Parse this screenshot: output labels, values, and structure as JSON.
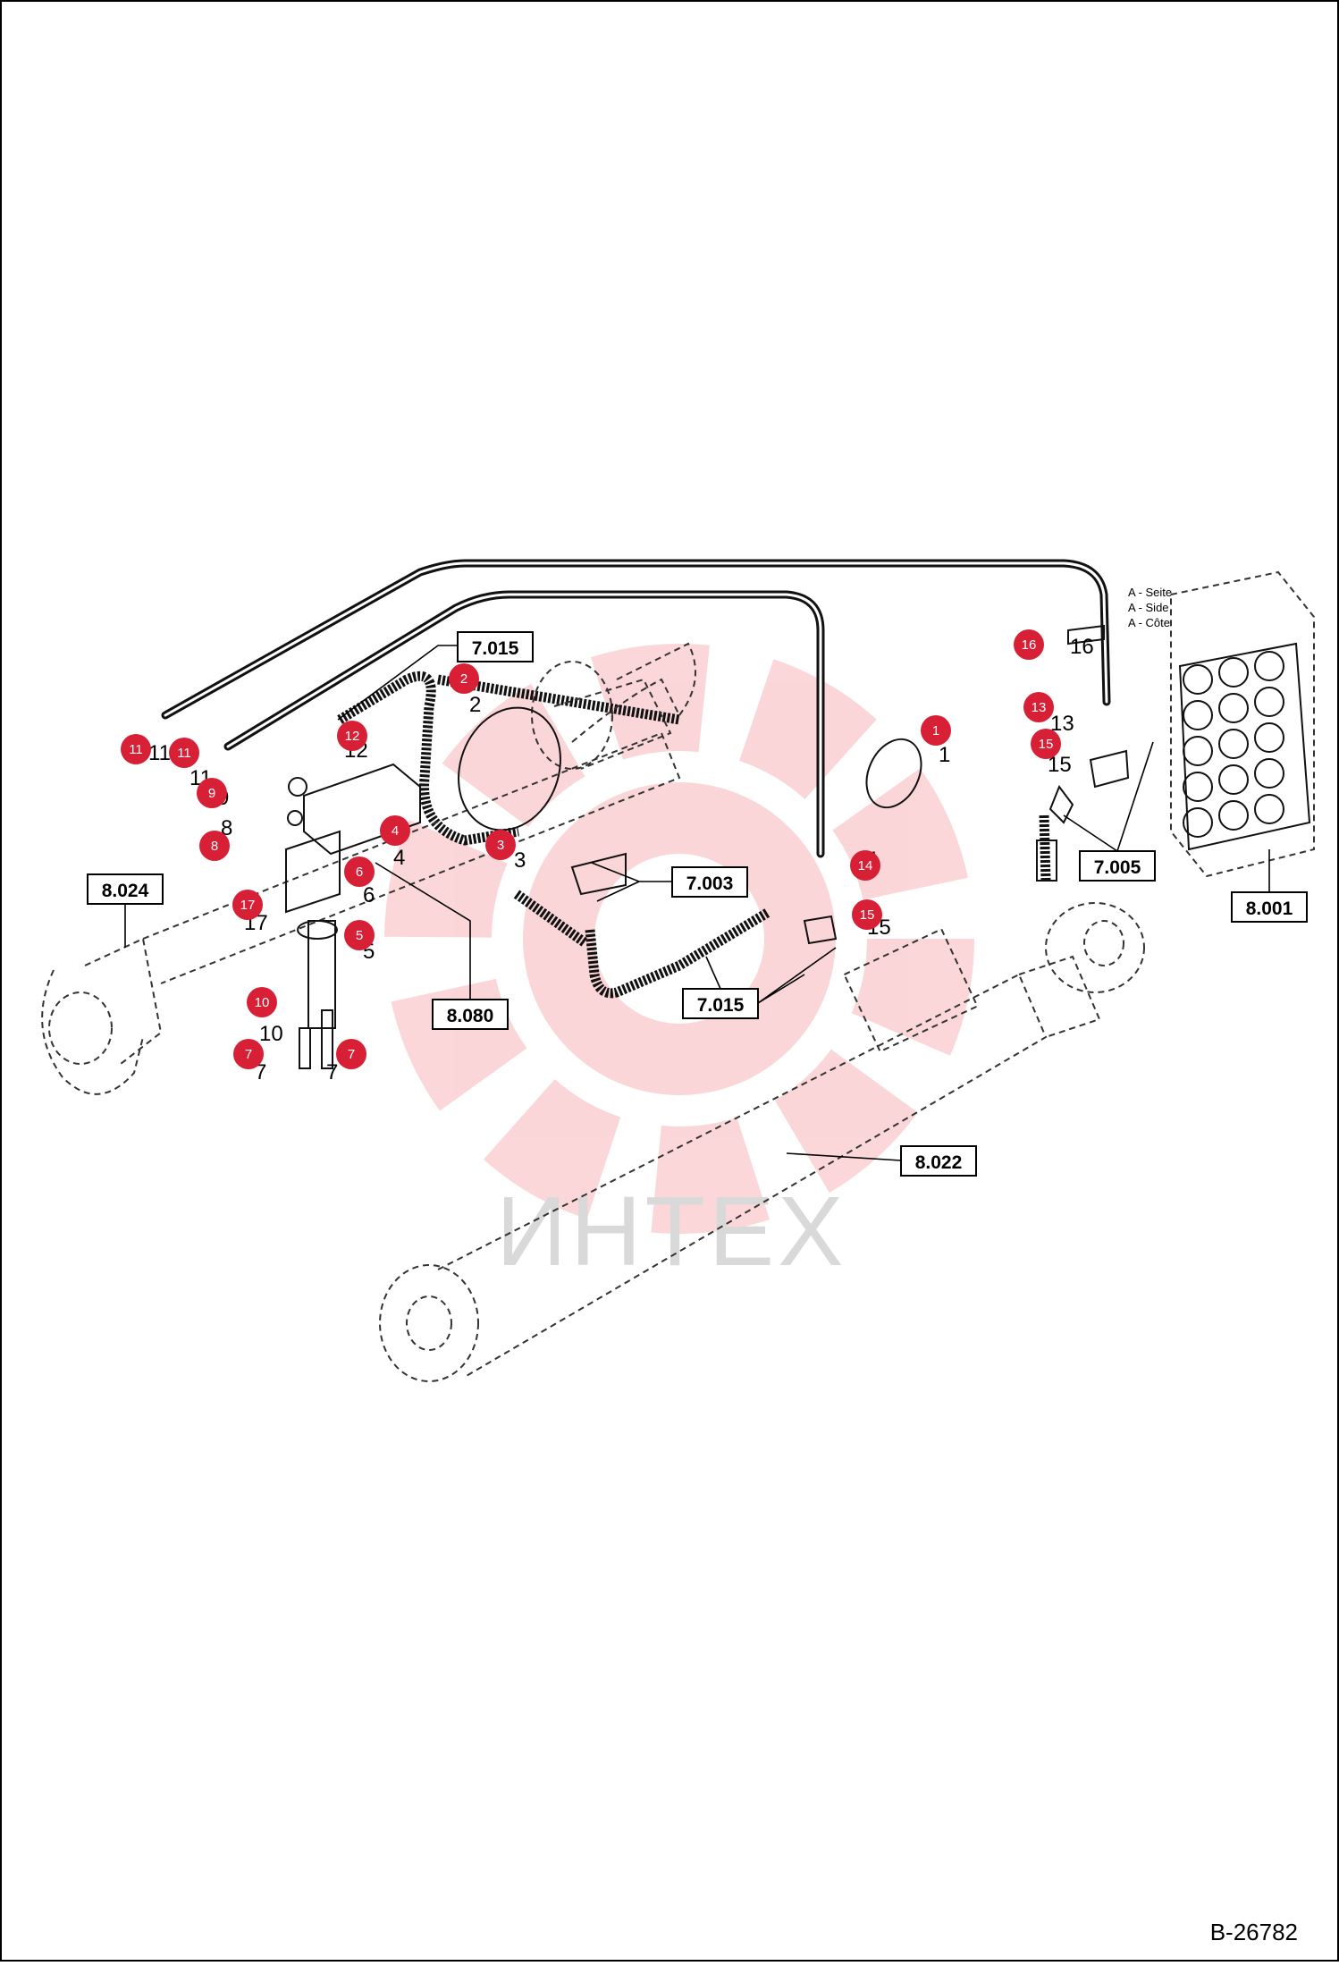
{
  "diagram_id": "B-26782",
  "watermark": {
    "text": "ИНТЕХ",
    "color": "#e8242f"
  },
  "side_legend": [
    "A - Seite",
    "A - Side",
    "A - Côte"
  ],
  "reference_boxes": [
    {
      "id": "ref-7015-top",
      "label": "7.015"
    },
    {
      "id": "ref-7003",
      "label": "7.003"
    },
    {
      "id": "ref-7015-mid",
      "label": "7.015"
    },
    {
      "id": "ref-7005",
      "label": "7.005"
    },
    {
      "id": "ref-8001",
      "label": "8.001"
    },
    {
      "id": "ref-8024",
      "label": "8.024"
    },
    {
      "id": "ref-8080",
      "label": "8.080"
    },
    {
      "id": "ref-8022",
      "label": "8.022"
    }
  ],
  "callouts": [
    {
      "label": "1"
    },
    {
      "label": "2"
    },
    {
      "label": "3"
    },
    {
      "label": "4"
    },
    {
      "label": "5"
    },
    {
      "label": "6"
    },
    {
      "label": "7"
    },
    {
      "label": "7"
    },
    {
      "label": "8"
    },
    {
      "label": "9"
    },
    {
      "label": "10"
    },
    {
      "label": "11"
    },
    {
      "label": "11"
    },
    {
      "label": "12"
    },
    {
      "label": "13"
    },
    {
      "label": "14"
    },
    {
      "label": "15"
    },
    {
      "label": "15"
    },
    {
      "label": "16"
    },
    {
      "label": "17"
    }
  ],
  "callout_color": "#d71f35",
  "part_numbers": [
    "1",
    "2",
    "3",
    "4",
    "5",
    "6",
    "7",
    "7",
    "8",
    "9",
    "10",
    "11",
    "11",
    "12",
    "13",
    "14",
    "15",
    "15",
    "16",
    "17"
  ]
}
